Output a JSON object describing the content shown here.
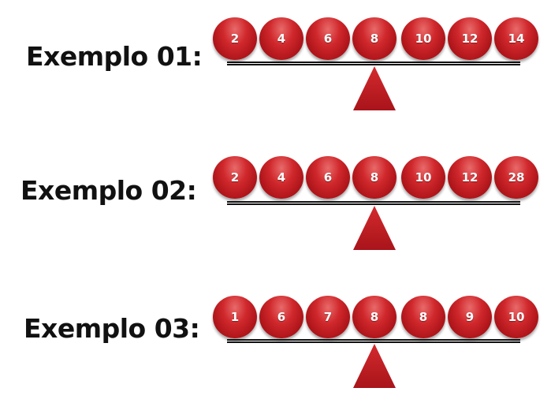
{
  "colors": {
    "ball": "#c81e23",
    "ball_highlight": "#e86a6a",
    "text": "#111111",
    "ball_text": "#ffffff"
  },
  "examples": [
    {
      "label": "Exemplo 01:",
      "values": [
        "2",
        "4",
        "6",
        "8",
        "10",
        "12",
        "14"
      ]
    },
    {
      "label": "Exemplo 02:",
      "values": [
        "2",
        "4",
        "6",
        "8",
        "10",
        "12",
        "28"
      ]
    },
    {
      "label": "Exemplo 03:",
      "values": [
        "1",
        "6",
        "7",
        "8",
        "8",
        "9",
        "10"
      ]
    }
  ]
}
